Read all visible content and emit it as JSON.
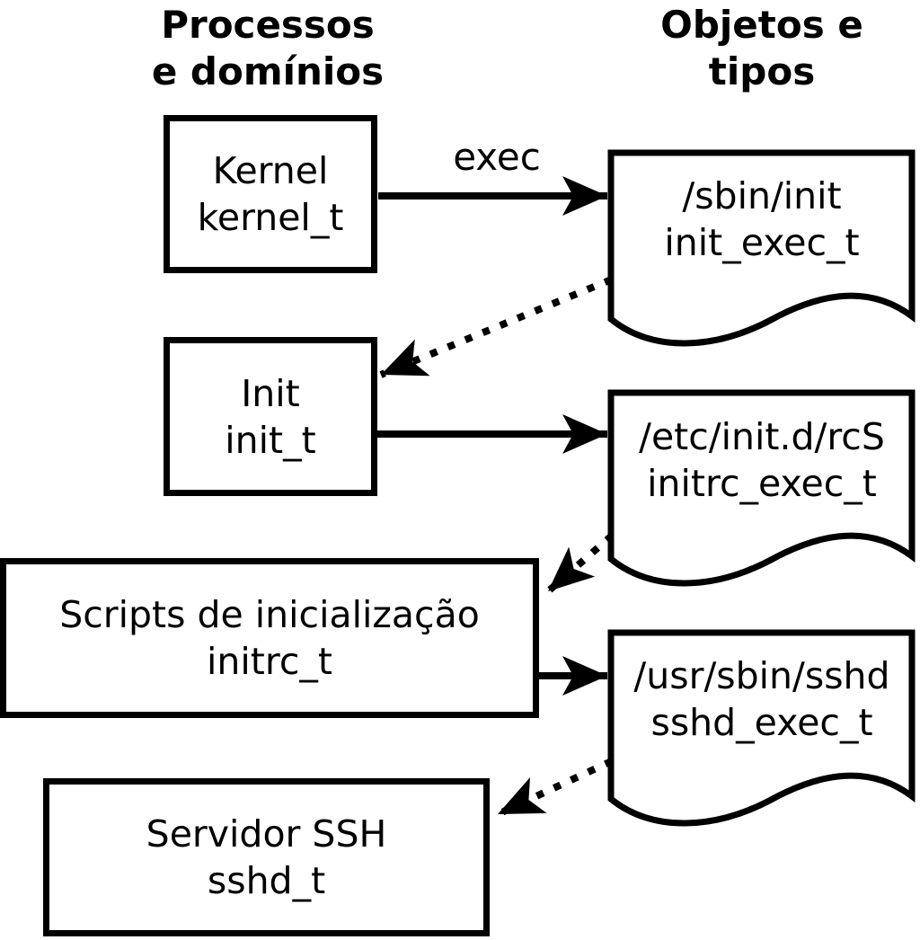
{
  "headers": {
    "left": {
      "line1": "Processos",
      "line2": "e domínios"
    },
    "right": {
      "line1": "Objetos e",
      "line2": "tipos"
    }
  },
  "processes": [
    {
      "label": "Kernel",
      "domain": "kernel_t"
    },
    {
      "label": "Init",
      "domain": "init_t"
    },
    {
      "label": "Scripts de inicialização",
      "domain": "initrc_t"
    },
    {
      "label": "Servidor SSH",
      "domain": "sshd_t"
    }
  ],
  "objects": [
    {
      "path": "/sbin/init",
      "type": "init_exec_t"
    },
    {
      "path": "/etc/init.d/rcS",
      "type": "initrc_exec_t"
    },
    {
      "path": "/usr/sbin/sshd",
      "type": "sshd_exec_t"
    }
  ],
  "labels": {
    "exec_arrow": "exec"
  },
  "colors": {
    "line": "#000000",
    "fill": "#ffffff",
    "text": "#000000"
  }
}
